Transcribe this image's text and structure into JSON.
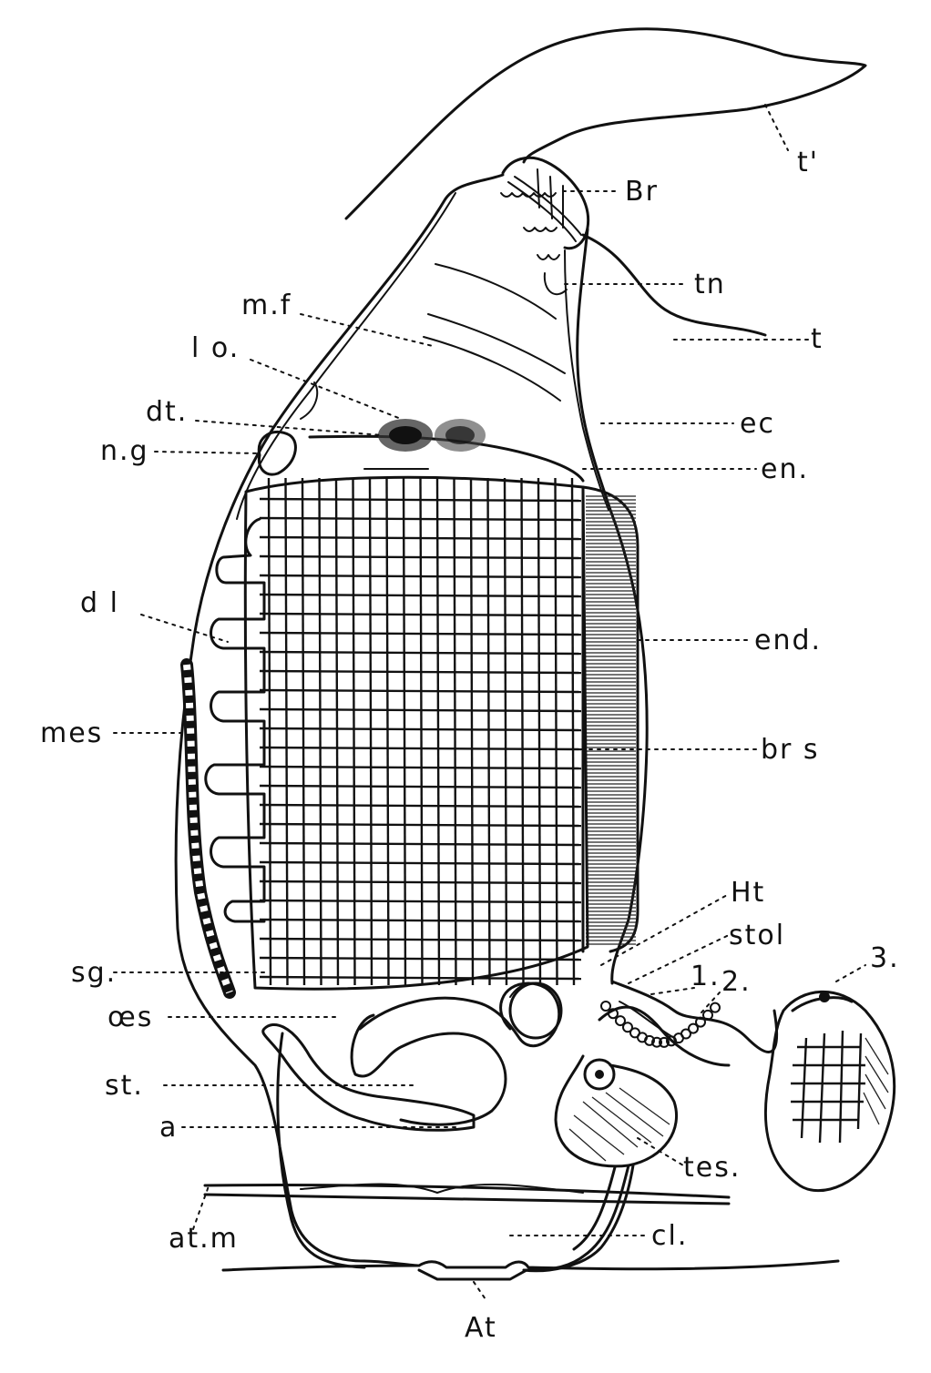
{
  "labels": {
    "t_prime": "t'",
    "br": "Br",
    "tn": "tn",
    "t": "t",
    "mf": "m.f",
    "lo": "l o.",
    "dt": "dt.",
    "ec": "ec",
    "ng": "n.g",
    "en": "en.",
    "dl": "d l",
    "end": "end.",
    "mes": "mes",
    "brs": "br s",
    "ht": "Ht",
    "stol": "stol",
    "l1": "1.",
    "l2": "2.",
    "l3": "3.",
    "sg": "sg.",
    "oes": "œs",
    "st": "st.",
    "a": "a",
    "tes": "tes.",
    "atm": "at.m",
    "cl": "cl.",
    "at": "At"
  }
}
